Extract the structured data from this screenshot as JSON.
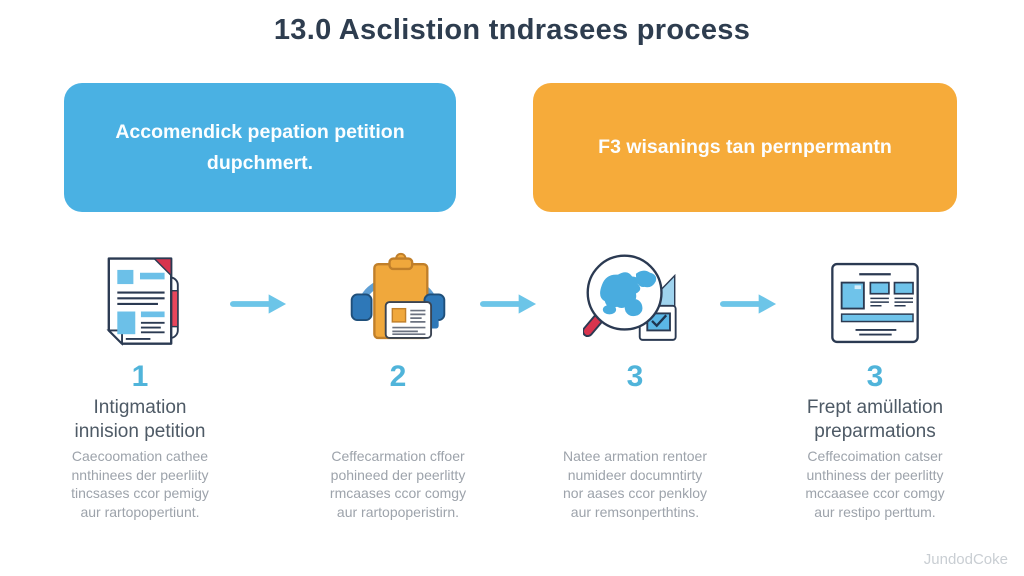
{
  "title": "13.0 Asclistion tndrasees process",
  "banners": {
    "blue": {
      "text": "Accomendick pepation petition dupchmert.",
      "color": "#4ab1e3"
    },
    "orange": {
      "text": "F3 wisanings tan pernpermantn",
      "color": "#f6ab3a"
    }
  },
  "steps": [
    {
      "number": "1",
      "icon": "document-pen-icon",
      "label_lines": [
        "Intigmation",
        "innision petition"
      ],
      "desc_lines": [
        "Caecoomation cathee",
        "nnthinees der peerliity",
        "tincsases ccor pemigy",
        "aur rartopopertiunt."
      ]
    },
    {
      "number": "2",
      "icon": "clipboard-headset-icon",
      "label_lines": [],
      "desc_lines": [
        "Ceffecarmation cffoer",
        "pohineed der peerlitty",
        "rmcaases ccor comgy",
        "aur rartopoperistirn."
      ]
    },
    {
      "number": "3",
      "icon": "globe-magnifier-icon",
      "label_lines": [],
      "desc_lines": [
        "Natee armation rentoer",
        "numideer documntirty",
        "nor aases ccor penkloy",
        "aur remsonperthtins."
      ]
    },
    {
      "number": "3",
      "icon": "webpage-icon",
      "label_lines": [
        "Frept amüllation",
        "preparmations"
      ],
      "desc_lines": [
        "Ceffecoimation catser",
        "unthiness der peerlitty",
        "mccaasee ccor comgy",
        "aur restipo perttum."
      ]
    }
  ],
  "watermark": "JundodCoke",
  "colors": {
    "title": "#2e3d4f",
    "banner_blue": "#4ab1e3",
    "banner_orange": "#f6ab3a",
    "step_number": "#50b4da",
    "step_label": "#4e5a66",
    "description": "#9da3ab",
    "arrow": "#6cc5e8",
    "icon_outline": "#2b3a52",
    "icon_blue": "#5bb7e6",
    "icon_red": "#d8344e",
    "icon_orange": "#f0a83c",
    "watermark": "#c9ced3"
  }
}
